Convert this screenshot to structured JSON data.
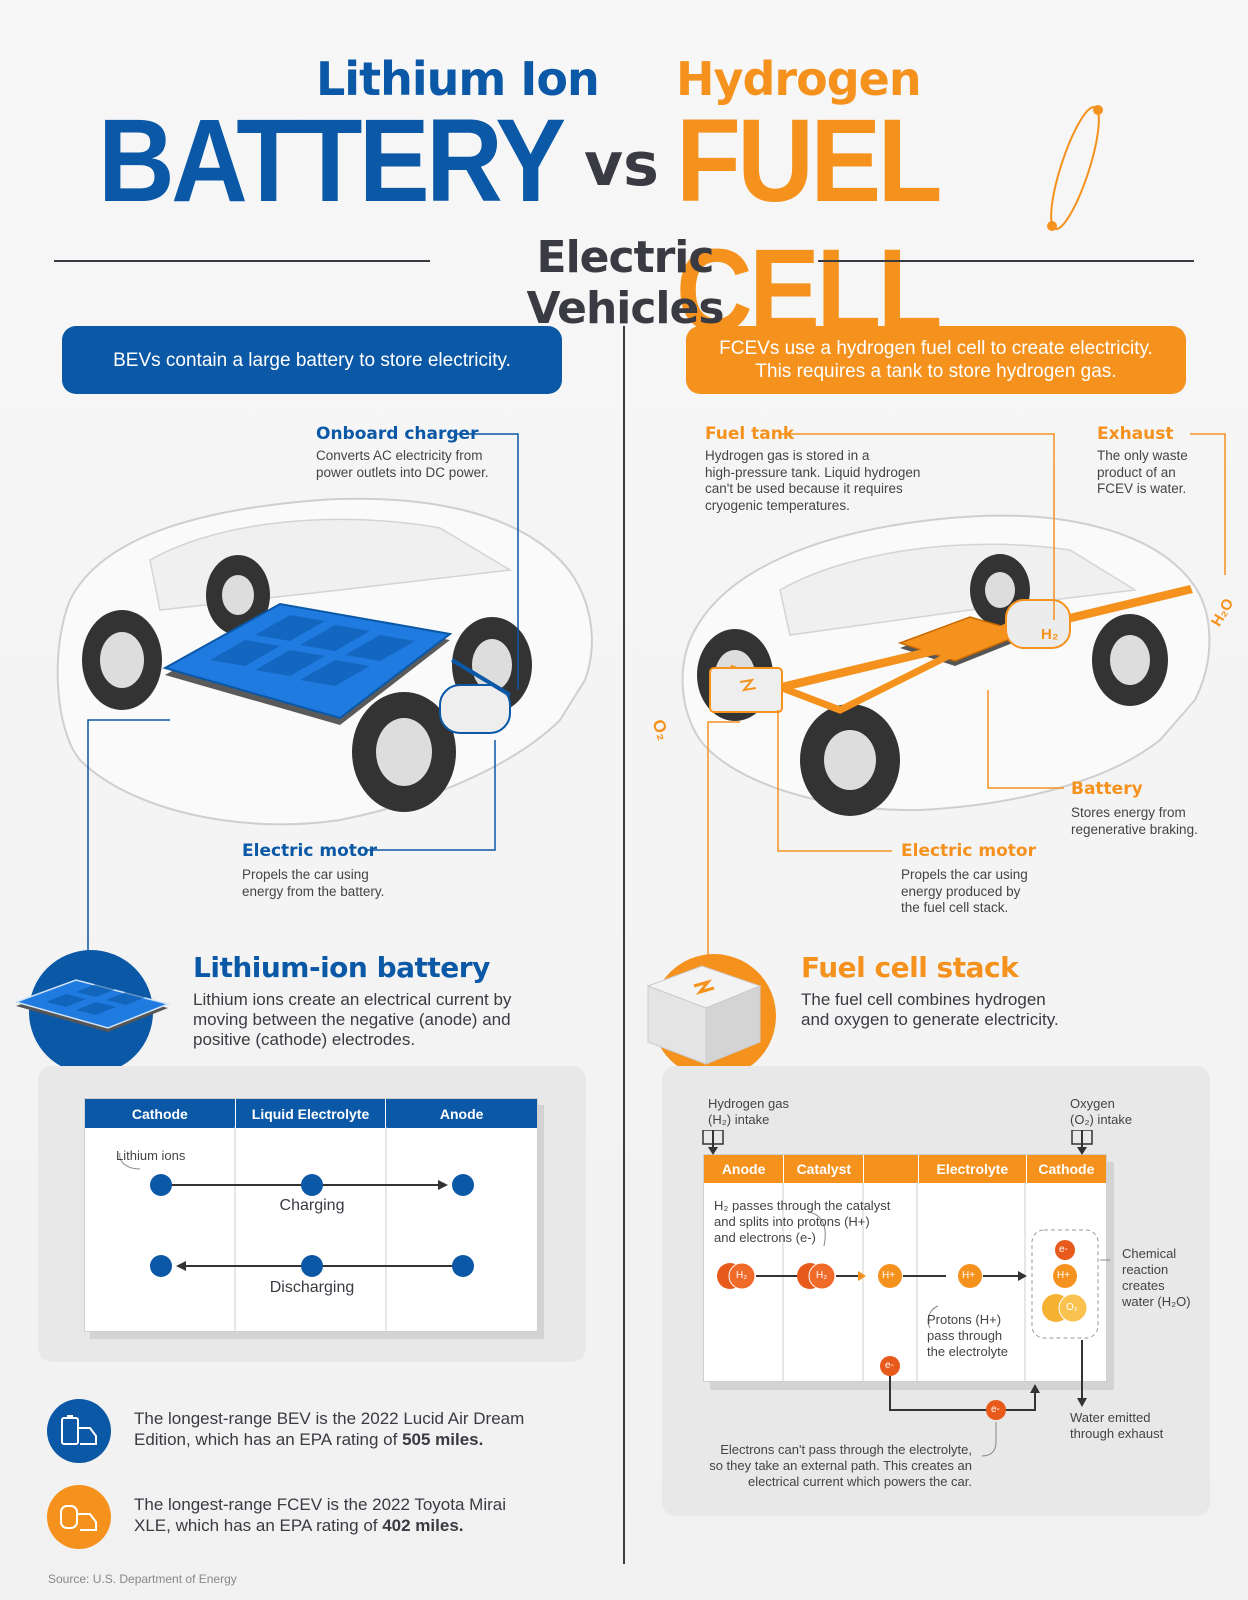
{
  "title": {
    "left_sub": "Lithium Ion",
    "left_big": "BATTERY",
    "vs": "vs",
    "right_sub": "Hydrogen",
    "right_big": "FUEL CELL",
    "subtitle": "Electric Vehicles"
  },
  "bev": {
    "pill": "BEVs contain a large battery to store electricity.",
    "onboard_charger": {
      "title": "Onboard charger",
      "desc1": "Converts AC electricity from",
      "desc2": "power outlets into DC power."
    },
    "electric_motor": {
      "title": "Electric motor",
      "desc1": "Propels the car using",
      "desc2": "energy from the battery."
    },
    "section": {
      "title": "Lithium-ion battery",
      "desc1": "Lithium ions create an electrical current by",
      "desc2": "moving between the negative (anode) and",
      "desc3": "positive (cathode) electrodes."
    },
    "table": {
      "headers": [
        "Cathode",
        "Liquid Electrolyte",
        "Anode"
      ],
      "lithium_ions": "Lithium ions",
      "charging": "Charging",
      "discharging": "Discharging"
    }
  },
  "fcev": {
    "pill1": "FCEVs use a hydrogen fuel cell to create electricity.",
    "pill2": "This requires a tank to store hydrogen gas.",
    "fuel_tank": {
      "title": "Fuel tank",
      "desc1": "Hydrogen gas is stored in a",
      "desc2": "high-pressure tank. Liquid hydrogen",
      "desc3": "can't be used because it requires",
      "desc4": "cryogenic temperatures."
    },
    "exhaust": {
      "title": "Exhaust",
      "desc1": "The only waste",
      "desc2": "product of an",
      "desc3": "FCEV is water."
    },
    "battery": {
      "title": "Battery",
      "desc1": "Stores energy from",
      "desc2": "regenerative braking."
    },
    "electric_motor": {
      "title": "Electric motor",
      "desc1": "Propels the car using",
      "desc2": "energy produced by",
      "desc3": "the fuel cell stack."
    },
    "car_labels": {
      "h2": "H₂",
      "o2": "O₂",
      "h2o": "H₂O"
    },
    "section": {
      "title": "Fuel cell stack",
      "desc1": "The fuel cell combines hydrogen",
      "desc2": "and oxygen to generate electricity."
    },
    "diagram": {
      "h2_intake1": "Hydrogen gas",
      "h2_intake2": "(H₂) intake",
      "o2_intake1": "Oxygen",
      "o2_intake2": "(O₂) intake",
      "headers": [
        "Anode",
        "Catalyst",
        "Electrolyte",
        "Cathode"
      ],
      "h2_note1": "H₂ passes through the catalyst",
      "h2_note2": "and splits into protons (H+)",
      "h2_note3": "and electrons (e-)",
      "protons1": "Protons (H+)",
      "protons2": "pass through",
      "protons3": "the electrolyte",
      "chem1": "Chemical",
      "chem2": "reaction",
      "chem3": "creates",
      "chem4": "water (H₂O)",
      "water1": "Water emitted",
      "water2": "through exhaust",
      "elec1": "Electrons can't pass through the electrolyte,",
      "elec2": "so they take an external path. This creates an",
      "elec3": "electrical current which powers the car.",
      "h2": "H₂",
      "hplus": "H+",
      "eminus": "e-",
      "o2": "O₂"
    }
  },
  "facts": {
    "bev_1": "The longest-range BEV is the 2022 Lucid Air Dream",
    "bev_2": "Edition, which has an EPA rating of ",
    "bev_bold": "505 miles.",
    "fcev_1": "The longest-range FCEV is the 2022 Toyota Mirai",
    "fcev_2": "XLE, which has an EPA rating of ",
    "fcev_bold": "402 miles."
  },
  "source": "Source: U.S. Department of Energy",
  "colors": {
    "blue": "#0b58a6",
    "orange": "#f5921e",
    "dark": "#3a3a42",
    "panel": "#e8e8e8"
  }
}
